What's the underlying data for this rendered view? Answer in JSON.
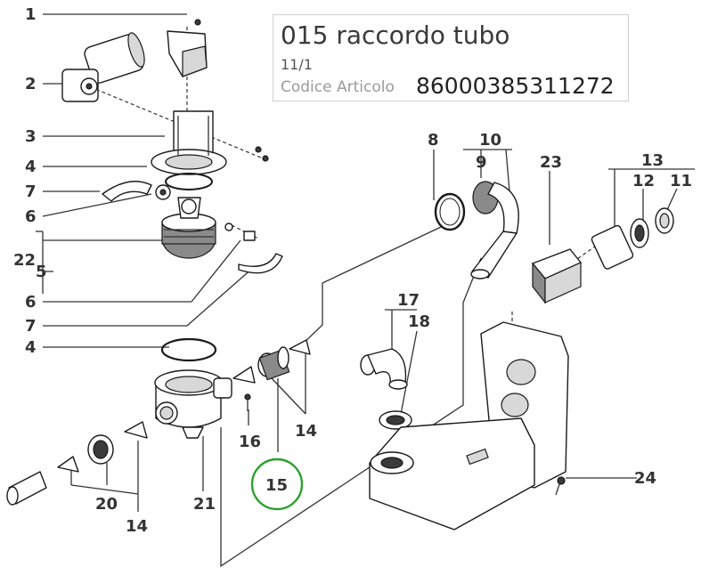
{
  "info": {
    "title": "015  raccordo tubo",
    "subtitle": "11/1",
    "code_label": "Codice Articolo",
    "code_value": "86000385311272"
  },
  "callouts": {
    "c1": "1",
    "c2": "2",
    "c3": "3",
    "c4a": "4",
    "c7a": "7",
    "c6a": "6",
    "c22": "22",
    "c5": "5",
    "c6b": "6",
    "c7b": "7",
    "c4b": "4",
    "c8": "8",
    "c10": "10",
    "c9": "9",
    "c23": "23",
    "c13": "13",
    "c12": "12",
    "c11": "11",
    "c17": "17",
    "c18": "18",
    "c14a": "14",
    "c16": "16",
    "c15": "15",
    "c20": "20",
    "c14b": "14",
    "c21": "21",
    "c24": "24"
  },
  "highlight": {
    "color": "#2ca02c",
    "callout": "15"
  }
}
